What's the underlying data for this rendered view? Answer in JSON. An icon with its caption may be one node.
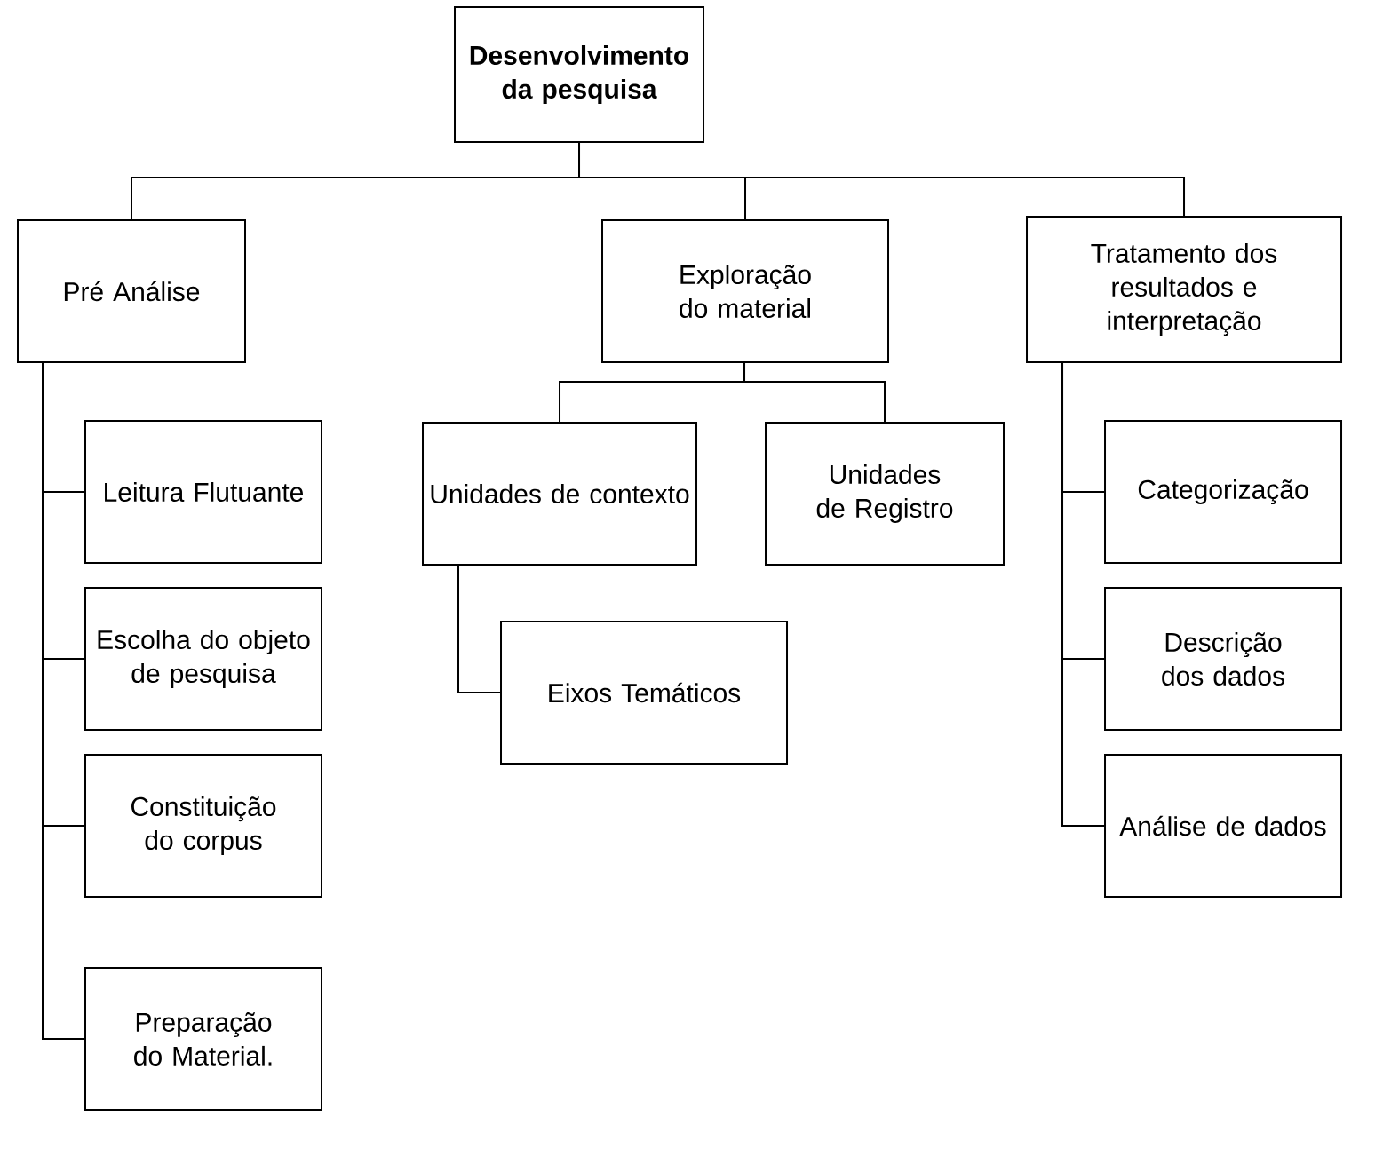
{
  "diagram": {
    "nodes": [
      {
        "text": [
          "Desenvolvimento da pesquisa"
        ]
      },
      {
        "text": [
          "Pré Análise"
        ]
      },
      {
        "text": [
          "Exploração do material"
        ]
      },
      {
        "text": [
          "Tratamento dos resultados e interpretação"
        ]
      },
      {
        "text": [
          "Leitura Flutuante"
        ]
      },
      {
        "text": [
          "Escolha do objeto de pesquisa"
        ]
      },
      {
        "text": [
          "Constituição do corpus"
        ]
      },
      {
        "text": [
          "Preparação do Material."
        ]
      },
      {
        "text": [
          "Unidades de contexto"
        ]
      },
      {
        "text": [
          "Unidades de Registro"
        ]
      },
      {
        "text": [
          "Eixos Temáticos"
        ]
      },
      {
        "text": [
          "Categorização"
        ]
      },
      {
        "text": [
          "Descrição dos dados"
        ]
      },
      {
        "text": [
          "Análise de dados"
        ]
      }
    ],
    "edges": [
      {
        "from": 0,
        "to": 1,
        "arrow": "none"
      },
      {
        "from": 0,
        "to": 2,
        "arrow": "none"
      },
      {
        "from": 0,
        "to": 3,
        "arrow": "none"
      },
      {
        "from": 1,
        "to": 4,
        "arrow": "none"
      },
      {
        "from": 1,
        "to": 5,
        "arrow": "none"
      },
      {
        "from": 1,
        "to": 6,
        "arrow": "none"
      },
      {
        "from": 1,
        "to": 7,
        "arrow": "none"
      },
      {
        "from": 2,
        "to": 8,
        "arrow": "none"
      },
      {
        "from": 2,
        "to": 9,
        "arrow": "none"
      },
      {
        "from": 8,
        "to": 10,
        "arrow": "none"
      },
      {
        "from": 3,
        "to": 11,
        "arrow": "none"
      },
      {
        "from": 3,
        "to": 12,
        "arrow": "none"
      },
      {
        "from": 3,
        "to": 13,
        "arrow": "none"
      }
    ]
  }
}
